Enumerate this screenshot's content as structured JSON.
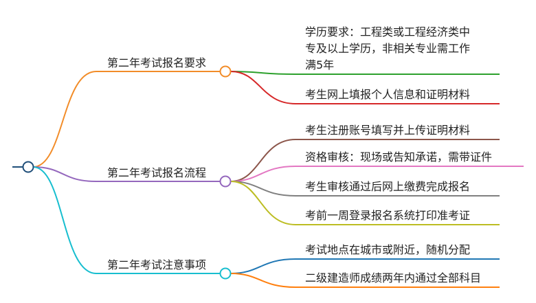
{
  "mindmap": {
    "branches": [
      {
        "label": "第二年考试报名要求",
        "color": "#f28c28",
        "leaves": [
          {
            "lines": [
              "学历要求：工程类或工程经济类中",
              "专及以上学历，非相关专业需工作",
              "满5年"
            ],
            "color": "#2ca02c"
          },
          {
            "lines": [
              "考生网上填报个人信息和证明材料"
            ],
            "color": "#d62728"
          }
        ]
      },
      {
        "label": "第二年考试报名流程",
        "color": "#9467bd",
        "leaves": [
          {
            "lines": [
              "考生注册账号填写并上传证明材料"
            ],
            "color": "#8c564b"
          },
          {
            "lines": [
              "资格审核：现场或告知承诺，需带证件"
            ],
            "color": "#e377c2"
          },
          {
            "lines": [
              "考生审核通过后网上缴费完成报名"
            ],
            "color": "#7f7f7f"
          },
          {
            "lines": [
              "考前一周登录报名系统打印准考证"
            ],
            "color": "#bcbd22"
          }
        ]
      },
      {
        "label": "第二年考试注意事项",
        "color": "#17becf",
        "leaves": [
          {
            "lines": [
              "考试地点在城市或附近，随机分配"
            ],
            "color": "#1f77b4"
          },
          {
            "lines": [
              "二级建造师成绩两年内通过全部科目"
            ],
            "color": "#ff7f0e"
          }
        ]
      }
    ],
    "root_color": "#1f4e79"
  }
}
